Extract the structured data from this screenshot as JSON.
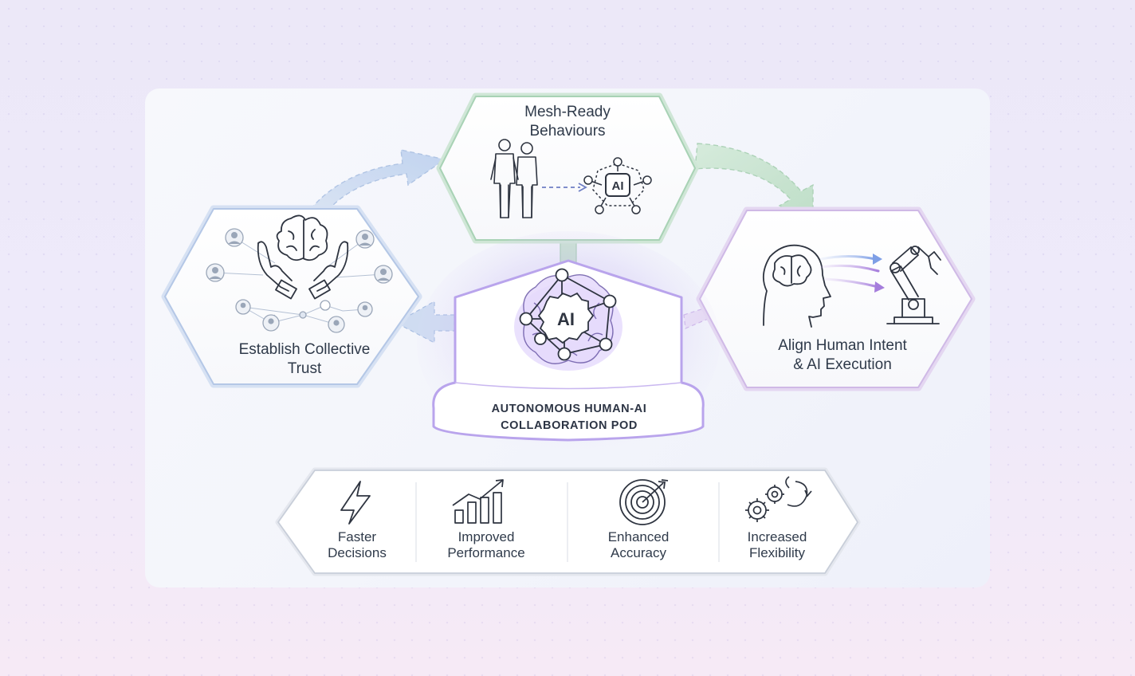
{
  "nodes": {
    "top": {
      "line1": "Mesh-Ready",
      "line2": "Behaviours"
    },
    "left": {
      "line1": "Establish Collective",
      "line2": "Trust"
    },
    "right": {
      "line1": "Align Human Intent",
      "line2": "& AI Execution"
    },
    "center": {
      "line1": "AUTONOMOUS HUMAN-AI",
      "line2": "COLLABORATION POD",
      "badge": "AI"
    }
  },
  "top_badge": "AI",
  "benefits": [
    {
      "line1": "Faster",
      "line2": "Decisions",
      "icon": "lightning-icon"
    },
    {
      "line1": "Improved",
      "line2": "Performance",
      "icon": "growth-chart-icon"
    },
    {
      "line1": "Enhanced",
      "line2": "Accuracy",
      "icon": "target-icon"
    },
    {
      "line1": "Increased",
      "line2": "Flexibility",
      "icon": "gears-icon"
    }
  ],
  "colors": {
    "green": "#b6d8c2",
    "blue": "#b9cbe6",
    "purple": "#d8c6ea",
    "accent_purple": "#a58be0"
  }
}
